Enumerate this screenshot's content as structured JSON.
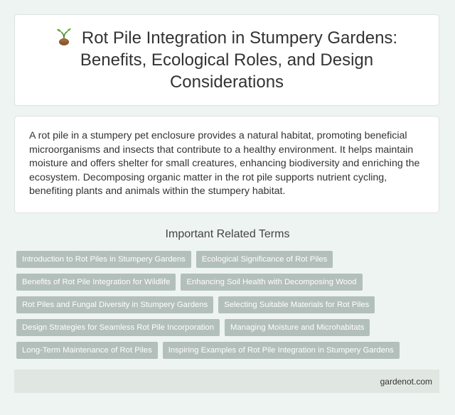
{
  "header": {
    "icon": "sprout-icon",
    "title": "Rot Pile Integration in Stumpery Gardens: Benefits, Ecological Roles, and Design Considerations"
  },
  "summary": {
    "text": "A rot pile in a stumpery pet enclosure provides a natural habitat, promoting beneficial microorganisms and insects that contribute to a healthy environment. It helps maintain moisture and offers shelter for small creatures, enhancing biodiversity and enriching the ecosystem. Decomposing organic matter in the rot pile supports nutrient cycling, benefiting plants and animals within the stumpery habitat."
  },
  "related": {
    "heading": "Important Related Terms",
    "rows": [
      [
        "Introduction to Rot Piles in Stumpery Gardens",
        "Ecological Significance of Rot Piles"
      ],
      [
        "Benefits of Rot Pile Integration for Wildlife",
        "Enhancing Soil Health with Decomposing Wood"
      ],
      [
        "Rot Piles and Fungal Diversity in Stumpery Gardens",
        "Selecting Suitable Materials for Rot Piles"
      ],
      [
        "Design Strategies for Seamless Rot Pile Incorporation",
        "Managing Moisture and Microhabitats"
      ],
      [
        "Long-Term Maintenance of Rot Piles",
        "Inspiring Examples of Rot Pile Integration in Stumpery Gardens"
      ]
    ]
  },
  "footer": {
    "site": "gardenot.com"
  },
  "colors": {
    "background": "#eef4f1",
    "tag": "#b3bfbb",
    "footer": "#e0e7e3"
  }
}
